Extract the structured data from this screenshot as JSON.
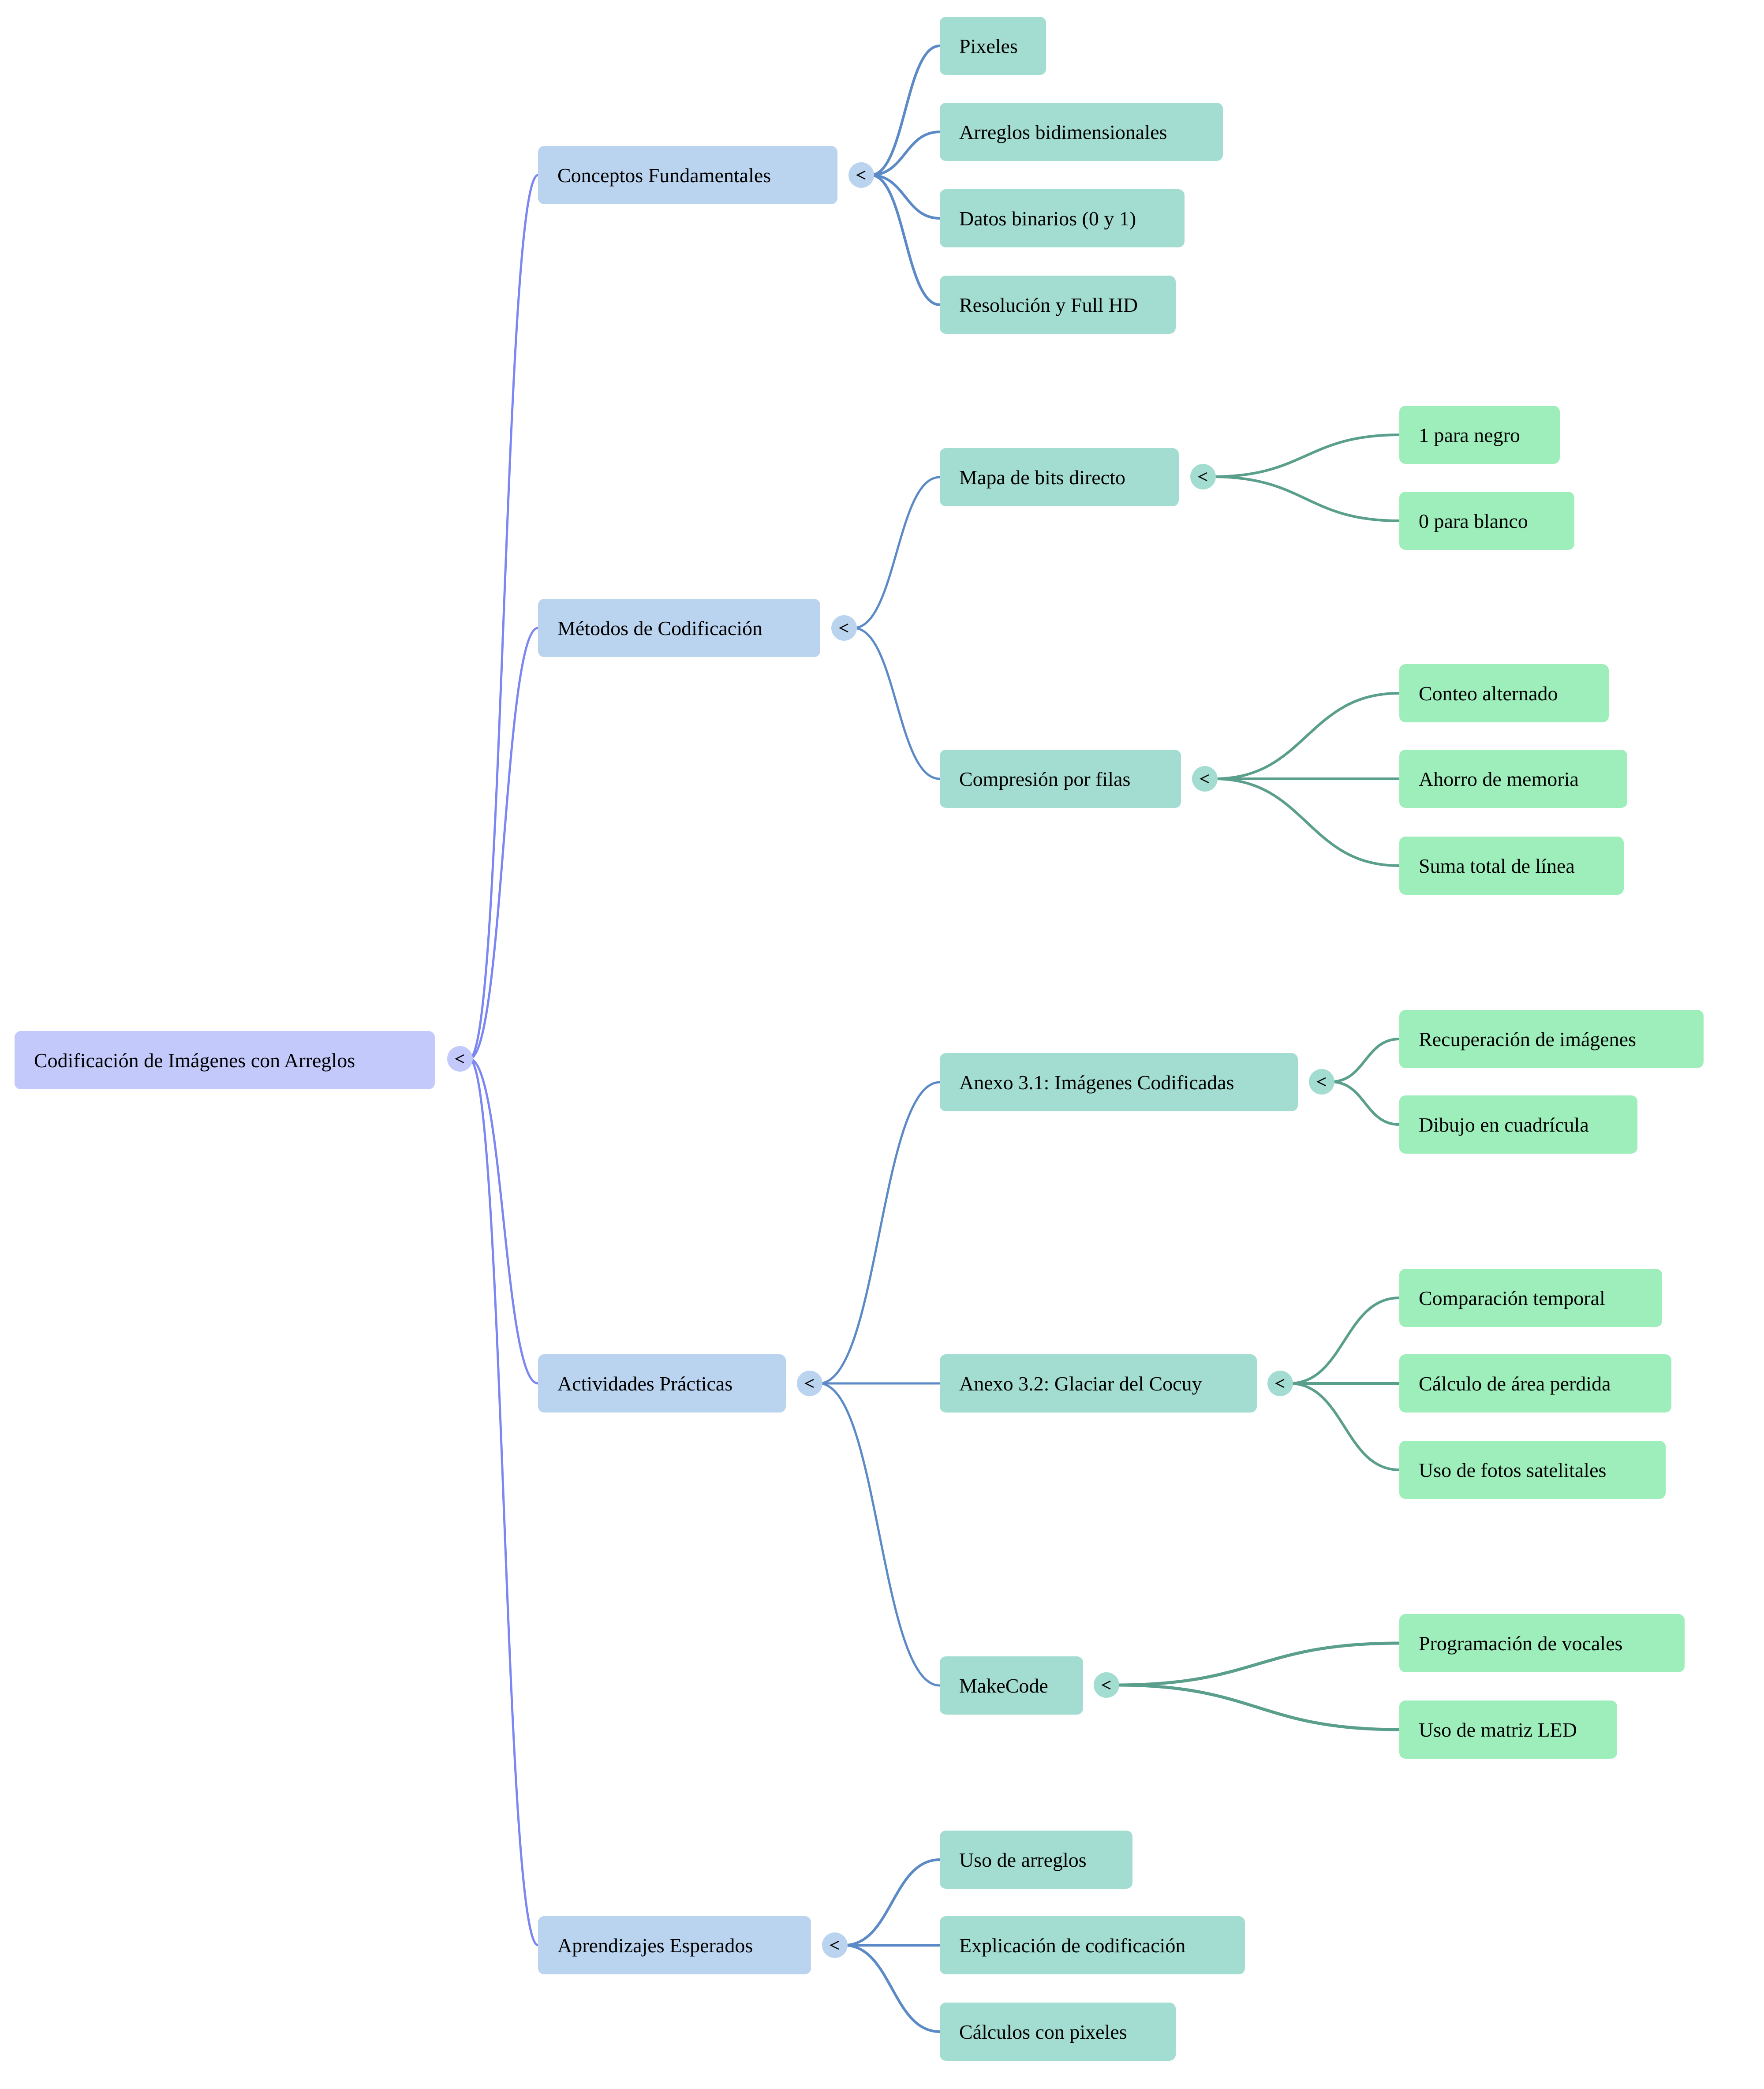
{
  "mindmap": {
    "root": {
      "label": "Codificación de Imágenes con Arreglos",
      "toggle_icon": "chevron-left-icon"
    },
    "branches": [
      {
        "label": "Conceptos Fundamentales",
        "children": [
          {
            "label": "Pixeles"
          },
          {
            "label": "Arreglos bidimensionales"
          },
          {
            "label": "Datos binarios (0 y 1)"
          },
          {
            "label": "Resolución y Full HD"
          }
        ]
      },
      {
        "label": "Métodos de Codificación",
        "children": [
          {
            "label": "Mapa de bits directo",
            "children": [
              {
                "label": "1 para negro"
              },
              {
                "label": "0 para blanco"
              }
            ]
          },
          {
            "label": "Compresión por filas",
            "children": [
              {
                "label": "Conteo alternado"
              },
              {
                "label": "Ahorro de memoria"
              },
              {
                "label": "Suma total de línea"
              }
            ]
          }
        ]
      },
      {
        "label": "Actividades Prácticas",
        "children": [
          {
            "label": "Anexo 3.1: Imágenes Codificadas",
            "children": [
              {
                "label": "Recuperación de imágenes"
              },
              {
                "label": "Dibujo en cuadrícula"
              }
            ]
          },
          {
            "label": "Anexo 3.2: Glaciar del Cocuy",
            "children": [
              {
                "label": "Comparación temporal"
              },
              {
                "label": "Cálculo de área perdida"
              },
              {
                "label": "Uso de fotos satelitales"
              }
            ]
          },
          {
            "label": "MakeCode",
            "children": [
              {
                "label": "Programación de vocales"
              },
              {
                "label": "Uso de matriz LED"
              }
            ]
          }
        ]
      },
      {
        "label": "Aprendizajes Esperados",
        "children": [
          {
            "label": "Uso de arreglos"
          },
          {
            "label": "Explicación de codificación"
          },
          {
            "label": "Cálculos con pixeles"
          }
        ]
      }
    ],
    "colors": {
      "root_fill": "#c3c9fb",
      "level1_fill": "#bad3ef",
      "level2_fill": "#a3dcd0",
      "level3_fill": "#9deebb",
      "root_link": "#7b86f2",
      "level1_link": "#5b8ac6",
      "level2_link": "#5a9e8c"
    }
  }
}
